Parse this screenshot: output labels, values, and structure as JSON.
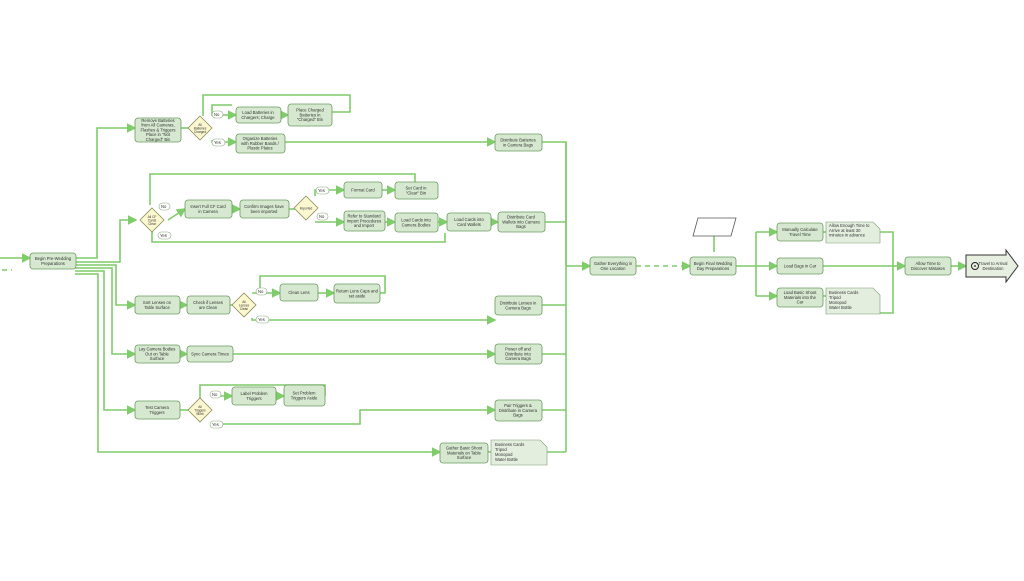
{
  "nodes": {
    "begin_pre": "Begin Pre-Wedding Preparations",
    "remove_batt": "Remove Batteries from All Cameras, Flashes & Triggers Place in \"Not Charged\" Bin",
    "all_batt_charged": "All Batteries Charged",
    "load_batt": "Load Batteries in Chargers; Charge",
    "place_charged": "Place Charged Batteries in \"Charged\" Bin",
    "organize_batt": "Organize Batteries with Rubber Bands / Plastic Plates",
    "distribute_batt": "Distribute Batteries in Camera Bags",
    "all_cf_clear": "All CF Cards Clear",
    "insert_cf": "Insert Full CF Card in Camera",
    "confirm_images": "Confirm Images have been imported",
    "imported": "Imported",
    "format_card": "Format Card",
    "set_card_clear": "Set Card in \"Clear\" Bin",
    "refer_std": "Refer to Standard Import Procedures and Import",
    "load_cards_bodies": "Load Cards into Camera Bodies",
    "load_cards_wallets": "Load Cards into Card Wallets",
    "distribute_card": "Distribute Card Wallets into Camera Bags",
    "sort_lenses": "Sort Lenses on Table Surface",
    "check_lenses": "Check if Lenses are Clean",
    "all_lenses_clean": "All Lenses Clean",
    "clean_lens": "Clean Lens",
    "return_caps": "Return Lens Caps and set aside",
    "distribute_lenses": "Distribute Lenses in Camera Bags",
    "lay_bodies": "Lay Camera Bodies Out on Table Surface",
    "sync_time": "Sync Camera Times",
    "power_off": "Power off and Distribute into Camera Bags",
    "test_triggers": "Test Camera Triggers",
    "all_triggers_work": "All Triggers Work",
    "label_problem": "Label Problem Triggers",
    "set_problem": "Set Problem Triggers Aside",
    "pair_triggers": "Pair Triggers & Distribute in Camera Bags",
    "gather_basic": "Gather Basic Shoot Materials on Table Surface",
    "gather_everything": "Gather Everything in One Location",
    "begin_final": "Begin Final Wedding Day Preparations",
    "manually_calc": "Manually Calculate Travel Time",
    "allow_enough": "Allow Enough Time to Arrive at least 30 minutes in advance",
    "load_bags_car": "Load Bags in Car",
    "load_basic": "Load Basic Shoot Materials into the Car",
    "allow_mistakes": "Allow Time to Discover Mistakes",
    "travel": "Travel to Arrival Destination"
  },
  "notes": {
    "materials_a": [
      "Business Cards",
      "Tripod",
      "Monopod",
      "Water Bottle"
    ],
    "materials_b": [
      "Business Cards",
      "Tripod",
      "Monopod",
      "Water Bottle"
    ]
  },
  "labels": {
    "yes": "Yes",
    "no": "No",
    "yes_alt": "Yes",
    "no_alt": "No"
  },
  "colors": {
    "connector": "#7fcc6a",
    "process_fill": "#d6e8cf",
    "decision_fill": "#fbf8cf"
  }
}
